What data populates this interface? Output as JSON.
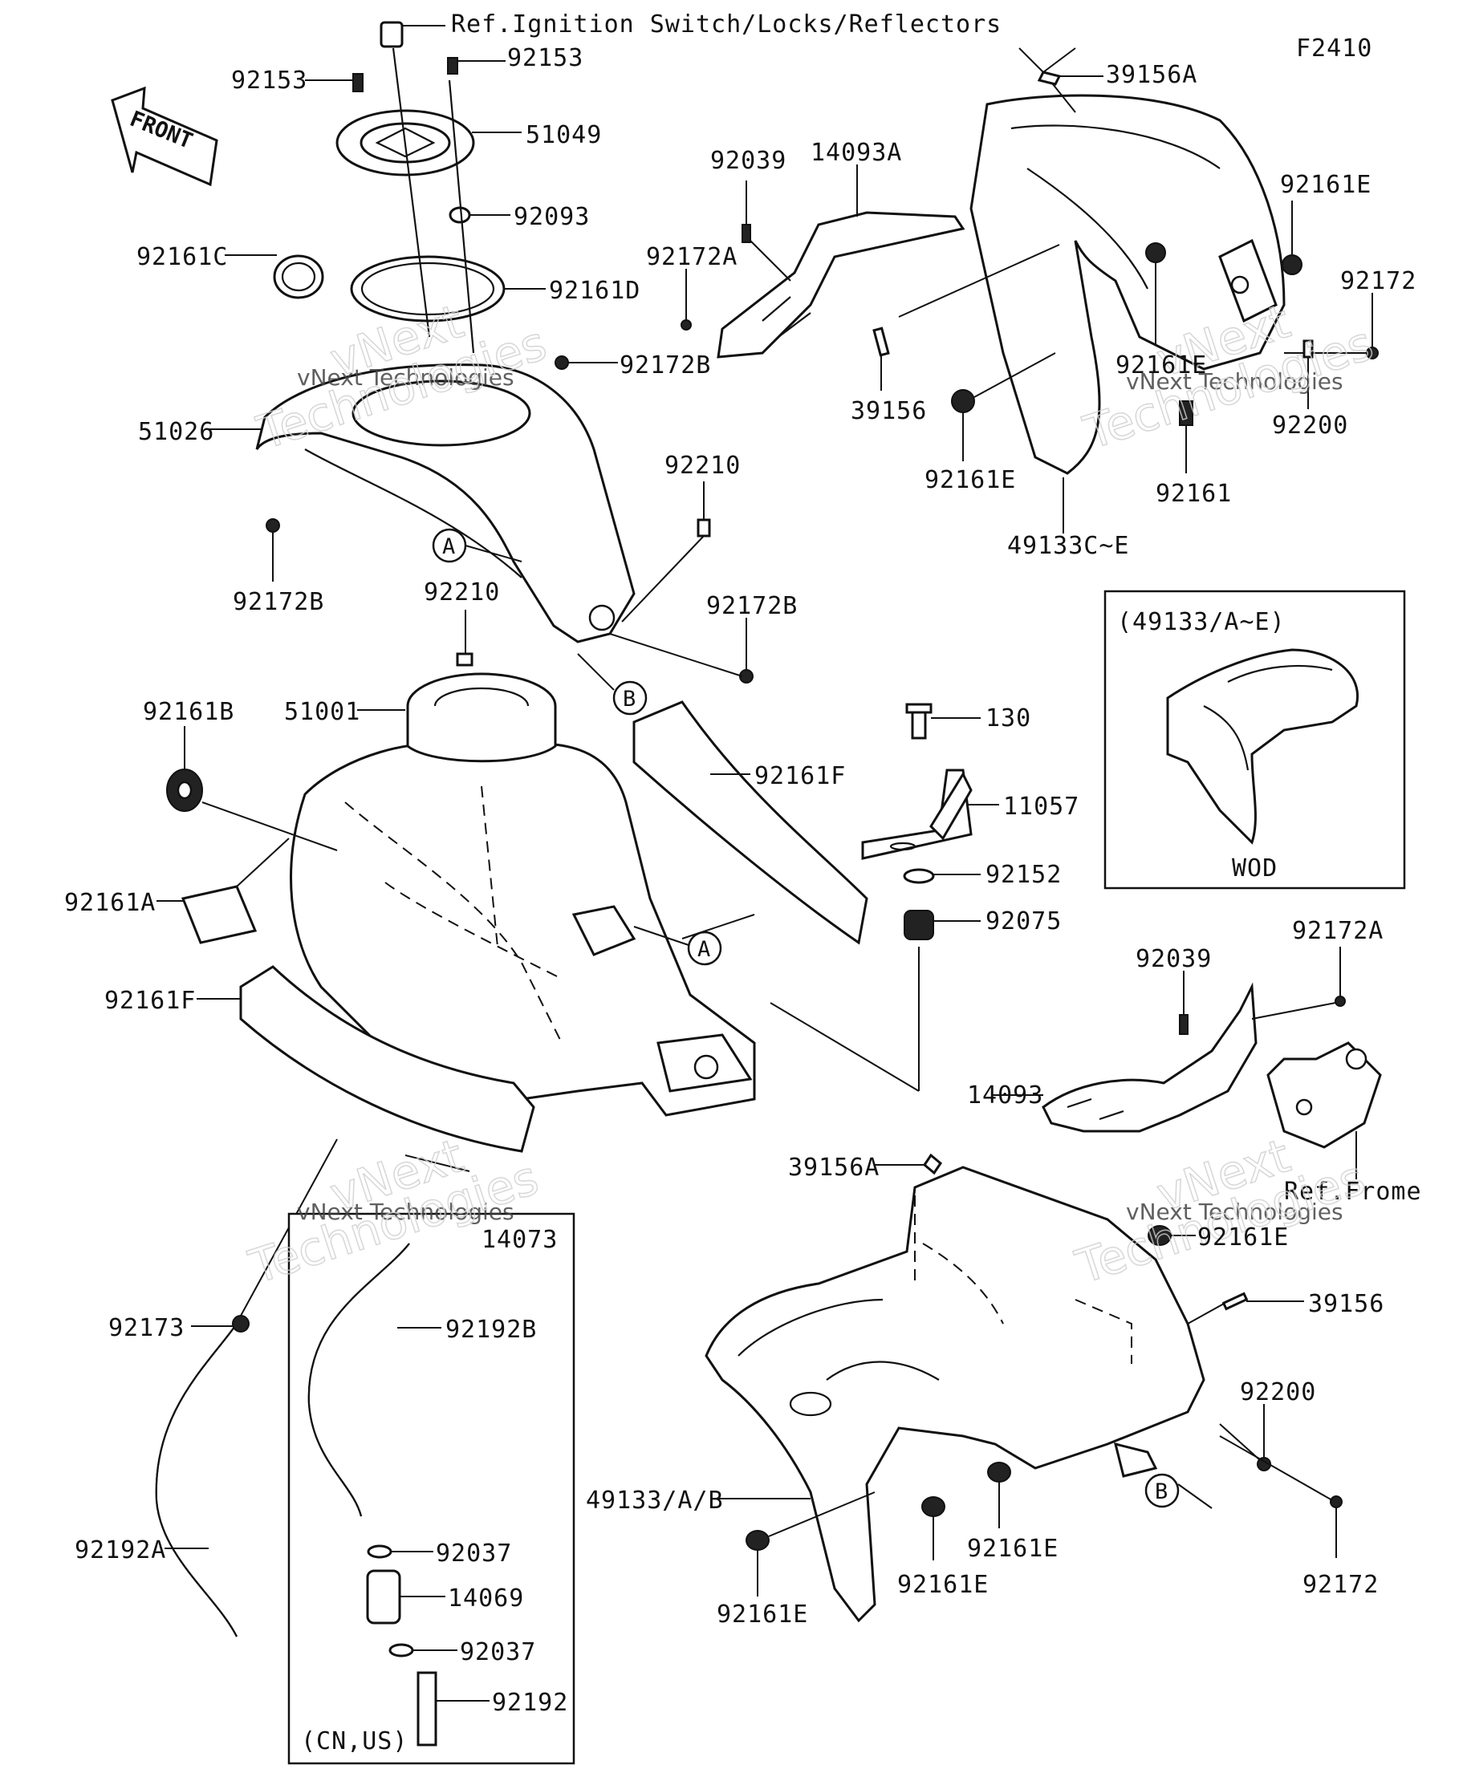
{
  "diagram": {
    "figure_code": "F2410",
    "front_arrow_label": "FRONT",
    "ref_ignition": "Ref.Ignition Switch/Locks/Reflectors",
    "ref_frame": "Ref.Frome",
    "inset_wod_title": "(49133/A~E)",
    "inset_wod_caption": "WOD",
    "inset_cnus_code": "14073",
    "inset_cnus_caption": "(CN,US)",
    "watermark_line1": "vNext Technologies",
    "watermark_line2": "vNext",
    "watermark_line3": "Technologies",
    "callout_a": "A",
    "callout_b": "B",
    "parts": {
      "p92153_left": "92153",
      "p92153_right": "92153",
      "p51049": "51049",
      "p92093": "92093",
      "p92161C": "92161C",
      "p92161D": "92161D",
      "p92172B_top": "92172B",
      "p51026": "51026",
      "p92210_right": "92210",
      "p92172B_left": "92172B",
      "p92210_mid": "92210",
      "p92172B_right": "92172B",
      "p92161B": "92161B",
      "p51001": "51001",
      "p92161F_right": "92161F",
      "p92161A": "92161A",
      "p92161F_left": "92161F",
      "p39156A_top": "39156A",
      "p14093A": "14093A",
      "p92039_top": "92039",
      "p92172A_top": "92172A",
      "p92161E_top_right": "92161E",
      "p92172_top": "92172",
      "p92161E_mid": "92161E",
      "p39156_top": "39156",
      "p92200_top": "92200",
      "p92161E_top_left": "92161E",
      "p92161": "92161",
      "p49133C_E": "49133C~E",
      "p130": "130",
      "p11057": "11057",
      "p92152": "92152",
      "p92075": "92075",
      "p92039_bottom": "92039",
      "p92172A_bottom": "92172A",
      "p14093": "14093",
      "p39156A_bottom": "39156A",
      "p92161E_bolt": "92161E",
      "p39156_bottom": "39156",
      "p92200_bottom": "92200",
      "p49133_A_B": "49133/A/B",
      "p92161E_bottom_mid": "92161E",
      "p92161E_bottom_left": "92161E",
      "p92161E_bottom_center": "92161E",
      "p92172_bottom": "92172",
      "p92173": "92173",
      "p92192A": "92192A",
      "p92192B": "92192B",
      "p92037_top": "92037",
      "p14069": "14069",
      "p92037_bottom": "92037",
      "p92192": "92192"
    }
  }
}
